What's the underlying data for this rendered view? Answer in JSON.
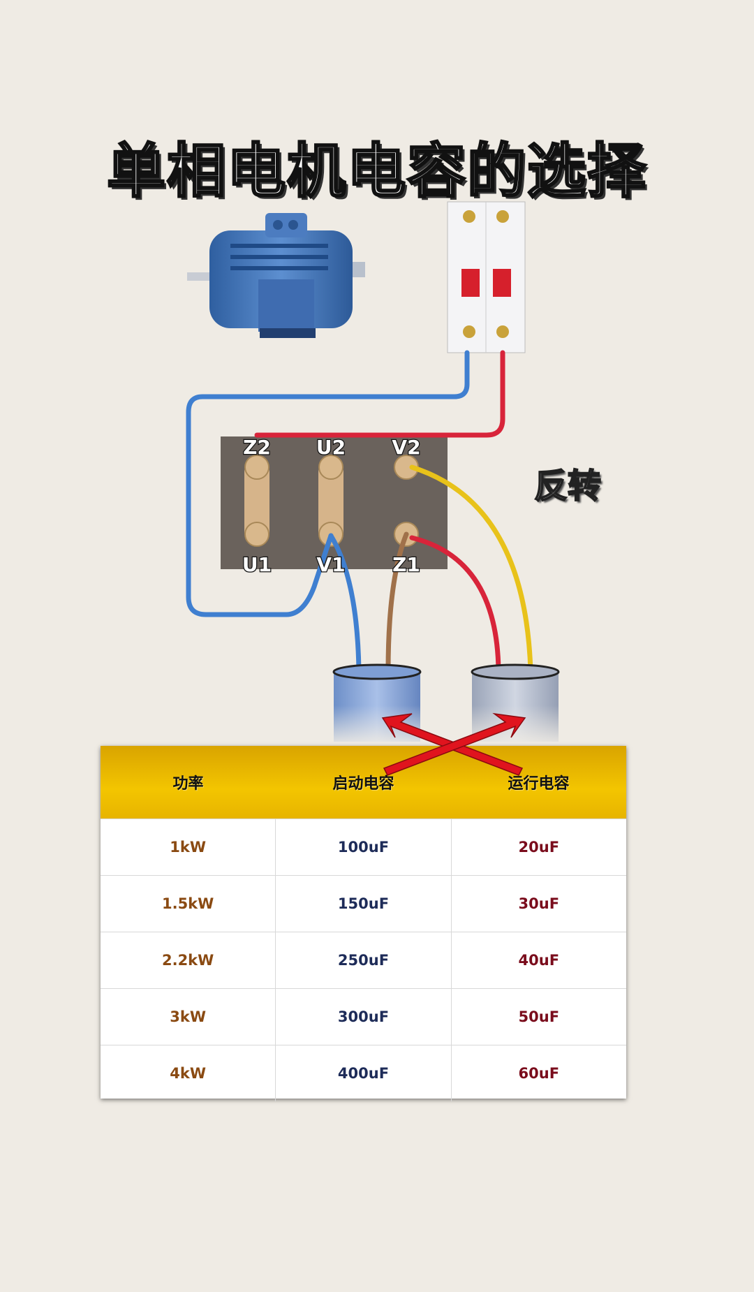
{
  "title": "单相电机电容的选择",
  "diagram": {
    "terminals_top": [
      "Z2",
      "U2",
      "V2"
    ],
    "terminals_bottom": [
      "U1",
      "V1",
      "Z1"
    ],
    "reverse_label": "反转",
    "wire_colors": {
      "blue": "#3f7fd0",
      "red": "#d8243a",
      "yellow": "#e8c21a",
      "brown": "#a0714a"
    }
  },
  "table": {
    "headers": [
      "功率",
      "启动电容",
      "运行电容"
    ],
    "rows": [
      [
        "1kW",
        "100uF",
        "20uF"
      ],
      [
        "1.5kW",
        "150uF",
        "30uF"
      ],
      [
        "2.2kW",
        "250uF",
        "40uF"
      ],
      [
        "3kW",
        "300uF",
        "50uF"
      ],
      [
        "4kW",
        "400uF",
        "60uF"
      ]
    ]
  }
}
